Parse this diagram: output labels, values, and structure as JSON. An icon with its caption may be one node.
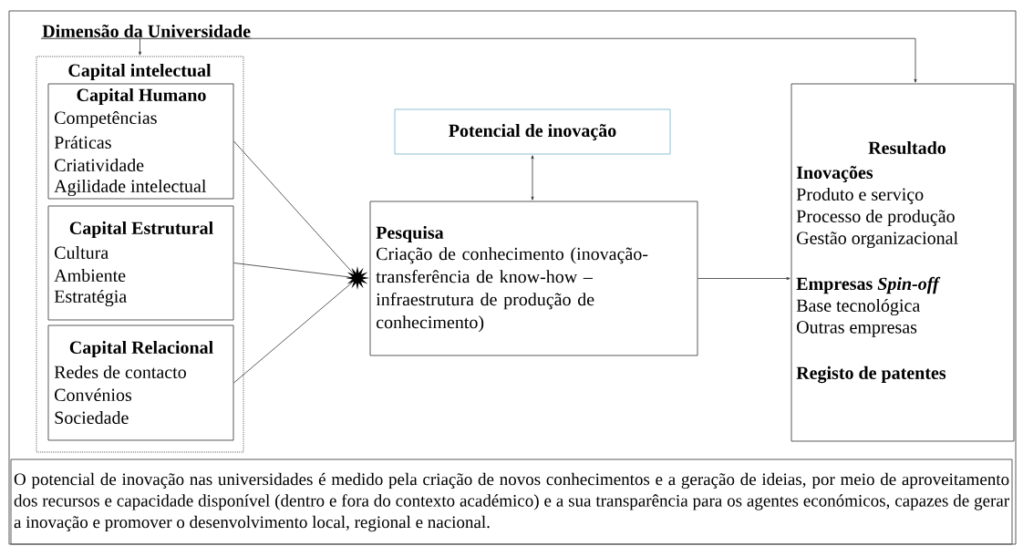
{
  "diagram": {
    "nodes": [
      {
        "text": [
          "Dimensão da Universidade"
        ]
      },
      {
        "text": [
          "Capital intelectual"
        ]
      },
      {
        "text": [
          "Capital Humano",
          "Competências",
          "Práticas",
          "Criatividade",
          "Agilidade intelectual"
        ],
        "in": 1
      },
      {
        "text": [
          "Capital Estrutural",
          "Cultura",
          "Ambiente",
          "Estratégia"
        ],
        "in": 1
      },
      {
        "text": [
          "Capital Relacional",
          "Redes de contacto",
          "Convénios",
          "Sociedade"
        ],
        "in": 1
      },
      {
        "text": [
          "Potencial de inovação"
        ]
      },
      {
        "text": [],
        "shape": "star"
      },
      {
        "text": [
          "Pesquisa",
          "Criação de conhecimento (inovação-transferência de know-how – infraestrutura de produção de conhecimento)"
        ]
      },
      {
        "text": [
          "Resultado",
          "Inovações",
          "Produto e serviço",
          "Processo de produção",
          "Gestão organizacional",
          "Empresas *Spin-off*",
          "Base tecnológica",
          "Outras empresas",
          "Registo de patentes"
        ]
      },
      {
        "text": [
          "O potencial de inovação nas universidades é medido pela criação de novos conhecimentos e a geração de ideias, por meio de aproveitamento dos recursos e capacidade disponível (dentro e fora do contexto académico) e a sua transparência para os agentes económicos, capazes de gerar a inovação e promover o desenvolvimento local, regional e nacional."
        ]
      }
    ],
    "edges": [
      {
        "from": 0,
        "to": 1,
        "arrow": "to"
      },
      {
        "from": 0,
        "to": 8,
        "arrow": "to"
      },
      {
        "from": 5,
        "to": 7,
        "arrow": "both"
      },
      {
        "from": 2,
        "to": 6,
        "arrow": "none"
      },
      {
        "from": 3,
        "to": 6,
        "arrow": "none"
      },
      {
        "from": 4,
        "to": 6,
        "arrow": "none"
      },
      {
        "from": 7,
        "to": 8,
        "arrow": "to"
      }
    ]
  }
}
